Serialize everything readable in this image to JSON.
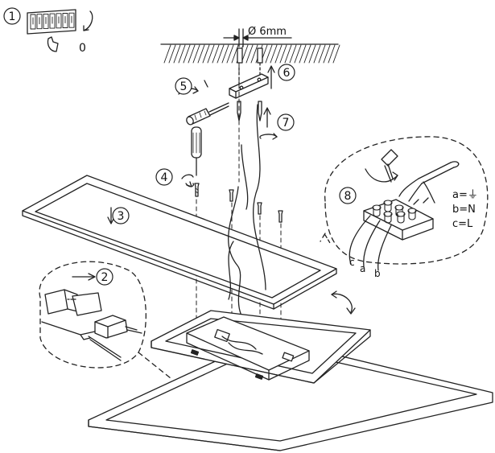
{
  "steps": [
    {
      "id": 1,
      "label": "1"
    },
    {
      "id": 2,
      "label": "2"
    },
    {
      "id": 3,
      "label": "3"
    },
    {
      "id": 4,
      "label": "4"
    },
    {
      "id": 5,
      "label": "5"
    },
    {
      "id": 6,
      "label": "6"
    },
    {
      "id": 7,
      "label": "7"
    },
    {
      "id": 8,
      "label": "8"
    }
  ],
  "switch_off_label": "0",
  "drill": {
    "diameter_label": "Ø 6mm"
  },
  "wiring": {
    "legend": [
      "a=⏚",
      "b=N",
      "c=L"
    ],
    "wire_letters": [
      "c",
      "a",
      "b"
    ]
  },
  "colors": {
    "ink": "#222222",
    "frame_fill": "#ffffff",
    "ceiling_hatch": "#333333"
  }
}
